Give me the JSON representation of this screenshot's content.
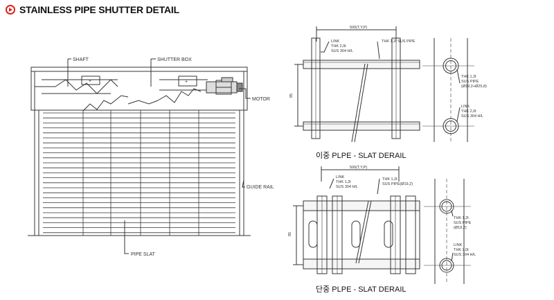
{
  "header": {
    "title": "STAINLESS PIPE SHUTTER DETAIL"
  },
  "shutter": {
    "shaft": "SHAFT",
    "shutter_box": "SHUTTER BOX",
    "motor": "MOTOR",
    "guide_rail": "GUIDE RAIL",
    "pipe_slat": "PIPE SLAT"
  },
  "double_detail": {
    "title": "이중 PLPE - SLAT DERAIL",
    "dim_width": "500(T,Y,P)",
    "dim_height": "85",
    "link_lines": [
      "LINK",
      "THK 2,0t",
      "SUS 304 H/L"
    ],
    "pipe_label": "THK 1,2t SUS PIPE",
    "side_pipe_lines": [
      "THK 1,2t",
      "SUS PIPE",
      "(Ø19,2+Ø25,8)"
    ],
    "side_link_lines": [
      "LINK",
      "THK 2,0t",
      "SUS 304 H/L"
    ]
  },
  "single_detail": {
    "title": "단중 PLPE - SLAT DERAIL",
    "dim_width": "500(T,Y,P)",
    "dim_height": "85",
    "link_lines": [
      "LINK",
      "THK 1,2t",
      "SUS 304 H/L"
    ],
    "pipe_lines": [
      "THK 1,2t",
      "SUS PIPE(Ø19,2)"
    ],
    "side_pipe_lines": [
      "THK 1,2t",
      "SUS PIPE",
      "(Ø19,2)"
    ],
    "side_link_lines": [
      "LINK",
      "THK 2,0t",
      "SUS 304 H/L"
    ]
  }
}
